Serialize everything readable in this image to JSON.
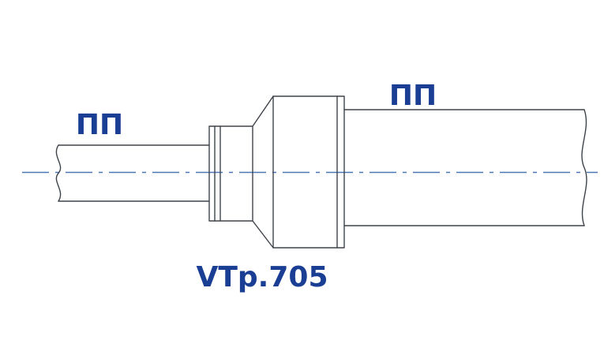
{
  "diagram": {
    "labels": {
      "left_pipe": "ПП",
      "right_pipe": "ПП"
    },
    "part_number": "VTp.705",
    "colors": {
      "label_text": "#1a3e94",
      "centerline": "#4a76b6",
      "outline": "#3e434a",
      "background": "#ffffff"
    }
  }
}
